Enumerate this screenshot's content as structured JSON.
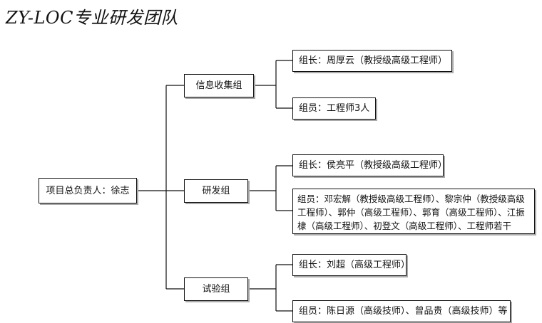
{
  "title": "ZY-LOC专业研发团队",
  "root": {
    "label": "项目总负责人：徐志"
  },
  "groups": [
    {
      "label": "信息收集组",
      "leader": "组长：周厚云（教授级高级工程师）",
      "members": "组员：工程师3人"
    },
    {
      "label": "研发组",
      "leader": "组长：侯亮平（教授级高级工程师）",
      "members": "组员：邓宏解（教授级高级工程师）、黎宗仲（教授级高级工程师）、郭仲（高级工程师）、郭育（高级工程师）、江振棣（高级工程师）、初登文（高级工程师）、工程师若干"
    },
    {
      "label": "试验组",
      "leader": "组长：刘超（高级工程师）",
      "members": "组员：陈日源（高级技师）、曾品贵（高级技师）等"
    }
  ]
}
